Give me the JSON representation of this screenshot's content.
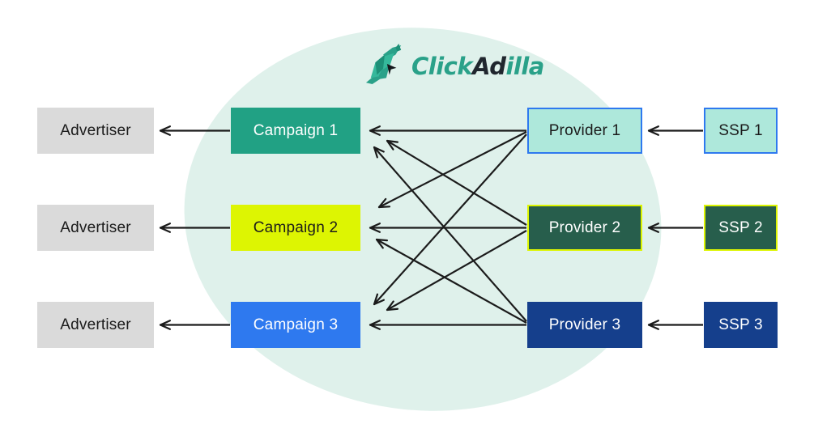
{
  "logo": {
    "brand_prefix": "Click",
    "brand_mid": "Ad",
    "brand_suffix": "illa",
    "icon": "armadillo-logo-icon",
    "teal": "#2aa189",
    "dark": "#20262e"
  },
  "colors": {
    "background": "#ffffff",
    "ellipse_fill": "#dff1eb",
    "arrow": "#1b1b1b",
    "gray_box": "#dadada",
    "teal_box": "#21a184",
    "lime_box": "#ddf502",
    "blue_box": "#2e79ef",
    "aqua_box": "#aee8db",
    "dark_green_box": "#275e4c",
    "navy_box": "#153f8c"
  },
  "nodes": {
    "advertisers": [
      {
        "id": "advertiser-1",
        "label": "Advertiser",
        "fill": "#dadada",
        "text_color": "#1b1b1b"
      },
      {
        "id": "advertiser-2",
        "label": "Advertiser",
        "fill": "#dadada",
        "text_color": "#1b1b1b"
      },
      {
        "id": "advertiser-3",
        "label": "Advertiser",
        "fill": "#dadada",
        "text_color": "#1b1b1b"
      }
    ],
    "campaigns": [
      {
        "id": "campaign-1",
        "label": "Campaign 1",
        "fill": "#21a184",
        "text_color": "#ffffff"
      },
      {
        "id": "campaign-2",
        "label": "Campaign 2",
        "fill": "#ddf502",
        "text_color": "#1b1b1b"
      },
      {
        "id": "campaign-3",
        "label": "Campaign 3",
        "fill": "#2e79ef",
        "text_color": "#ffffff"
      }
    ],
    "providers": [
      {
        "id": "provider-1",
        "label": "Provider 1",
        "fill": "#aee8db",
        "text_color": "#1b1b1b",
        "border_color": "#2e79ef"
      },
      {
        "id": "provider-2",
        "label": "Provider 2",
        "fill": "#275e4c",
        "text_color": "#ffffff",
        "border_color": "#ddf502"
      },
      {
        "id": "provider-3",
        "label": "Provider 3",
        "fill": "#153f8c",
        "text_color": "#ffffff"
      }
    ],
    "ssps": [
      {
        "id": "ssp-1",
        "label": "SSP 1",
        "fill": "#aee8db",
        "text_color": "#1b1b1b",
        "border_color": "#2e79ef"
      },
      {
        "id": "ssp-2",
        "label": "SSP 2",
        "fill": "#275e4c",
        "text_color": "#ffffff",
        "border_color": "#ddf502"
      },
      {
        "id": "ssp-3",
        "label": "SSP 3",
        "fill": "#153f8c",
        "text_color": "#ffffff"
      }
    ]
  },
  "connections": [
    {
      "from": "campaign-1",
      "to": "advertiser-1"
    },
    {
      "from": "campaign-2",
      "to": "advertiser-2"
    },
    {
      "from": "campaign-3",
      "to": "advertiser-3"
    },
    {
      "from": "ssp-1",
      "to": "provider-1"
    },
    {
      "from": "ssp-2",
      "to": "provider-2"
    },
    {
      "from": "ssp-3",
      "to": "provider-3"
    },
    {
      "from": "provider-1",
      "to": "campaign-1"
    },
    {
      "from": "provider-1",
      "to": "campaign-2"
    },
    {
      "from": "provider-1",
      "to": "campaign-3"
    },
    {
      "from": "provider-2",
      "to": "campaign-1"
    },
    {
      "from": "provider-2",
      "to": "campaign-2"
    },
    {
      "from": "provider-2",
      "to": "campaign-3"
    },
    {
      "from": "provider-3",
      "to": "campaign-1"
    },
    {
      "from": "provider-3",
      "to": "campaign-2"
    },
    {
      "from": "provider-3",
      "to": "campaign-3"
    }
  ]
}
